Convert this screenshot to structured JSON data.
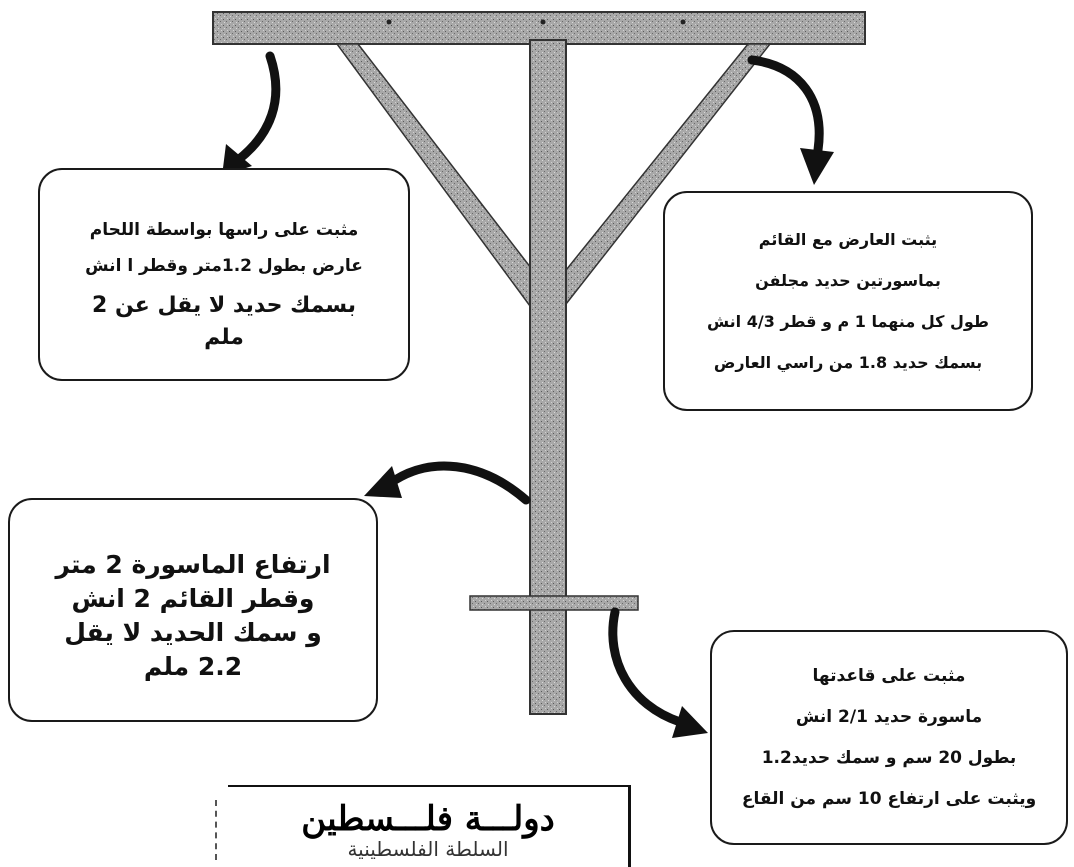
{
  "notes": {
    "top_left": {
      "line1": "مثبت على راسها  بواسطة اللحام",
      "line2": "عارض بطول 1.2متر وقطر ا انش",
      "line3": "بسمك حديد لا يقل عن 2 ملم"
    },
    "top_right": {
      "line1": "يثبت العارض مع القائم",
      "line2": "بماسورتين حديد مجلفن",
      "line3": "طول كل منهما  1 م و قطر 4/3  انش",
      "line4": "بسمك حديد 1.8 من راسي العارض"
    },
    "mid_left": {
      "line1": "ارتفاع الماسورة 2 متر",
      "line2": "وقطر القائم  2 انش",
      "line3": "و سمك الحديد لا يقل",
      "line4": "2.2 ملم"
    },
    "bottom_right": {
      "line1": "مثبت على قاعدتها",
      "line2": "ماسورة حديد 2/1 انش",
      "line3": "بطول 20 سم و سمك حديد1.2",
      "line4": "ويثبت على ارتفاع 10 سم من القاع"
    }
  },
  "stamp": {
    "title": "دولـــة فلـــسطين",
    "subtitle": "السلطة الفلسطينية"
  },
  "colors": {
    "steel": "#9a9a9a",
    "steel_dark": "#4a4a4a",
    "ink": "#111111"
  }
}
